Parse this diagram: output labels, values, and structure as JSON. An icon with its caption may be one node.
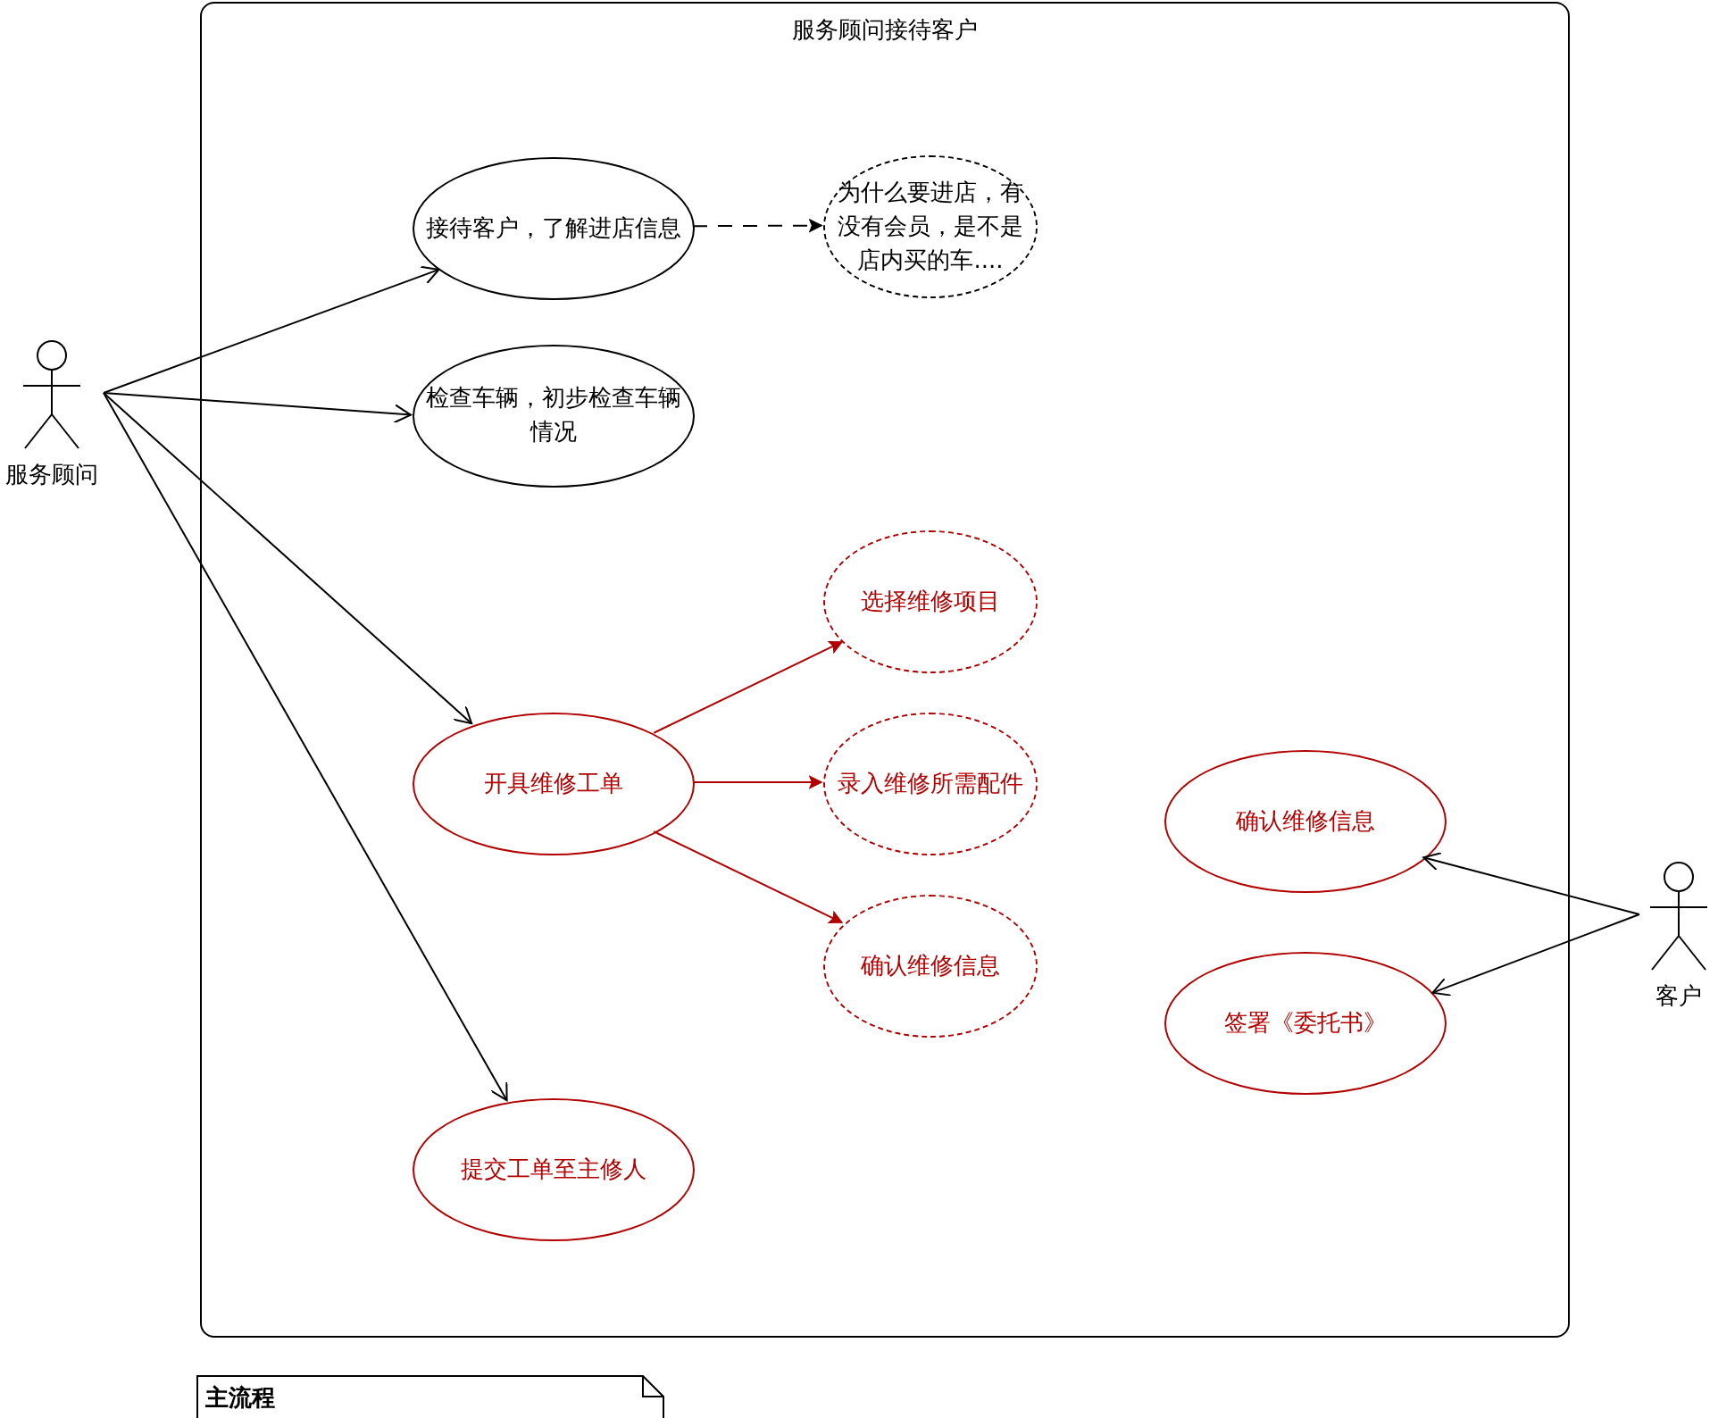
{
  "diagram": {
    "nodes": [
      {
        "text": [
          "服务顾问接待客户"
        ]
      },
      {
        "text": [
          "服务顾问"
        ]
      },
      {
        "text": [
          "接待客户，了解进店信息"
        ],
        "in": 0
      },
      {
        "text": [
          "为什么要进店，有没有会员，是不是店内买的车...."
        ],
        "in": 0
      },
      {
        "text": [
          "检查车辆，初步检查车辆情况"
        ],
        "in": 0
      },
      {
        "text": [
          "选择维修项目"
        ],
        "in": 0
      },
      {
        "text": [
          "开具维修工单"
        ],
        "in": 0
      },
      {
        "text": [
          "录入维修所需配件"
        ],
        "in": 0
      },
      {
        "text": [
          "确认维修信息"
        ],
        "in": 0
      },
      {
        "text": [
          "确认维修信息"
        ],
        "in": 0
      },
      {
        "text": [
          "签署《委托书》"
        ],
        "in": 0
      },
      {
        "text": [
          "提交工单至主修人"
        ],
        "in": 0
      },
      {
        "text": [
          "客户"
        ]
      },
      {
        "text": [
          "主流程"
        ]
      }
    ],
    "edges": [
      {
        "from": 1,
        "to": 2,
        "arrow": "to"
      },
      {
        "from": 1,
        "to": 4,
        "arrow": "to"
      },
      {
        "from": 1,
        "to": 6,
        "arrow": "to"
      },
      {
        "from": 1,
        "to": 11,
        "arrow": "to"
      },
      {
        "from": 2,
        "to": 3,
        "arrow": "to",
        "style": "dashed"
      },
      {
        "from": 6,
        "to": 5,
        "arrow": "to",
        "color": "#b20000"
      },
      {
        "from": 6,
        "to": 7,
        "arrow": "to",
        "color": "#b20000"
      },
      {
        "from": 6,
        "to": 8,
        "arrow": "to",
        "color": "#b20000"
      },
      {
        "from": 12,
        "to": 9,
        "arrow": "to"
      },
      {
        "from": 12,
        "to": 10,
        "arrow": "to"
      }
    ]
  }
}
